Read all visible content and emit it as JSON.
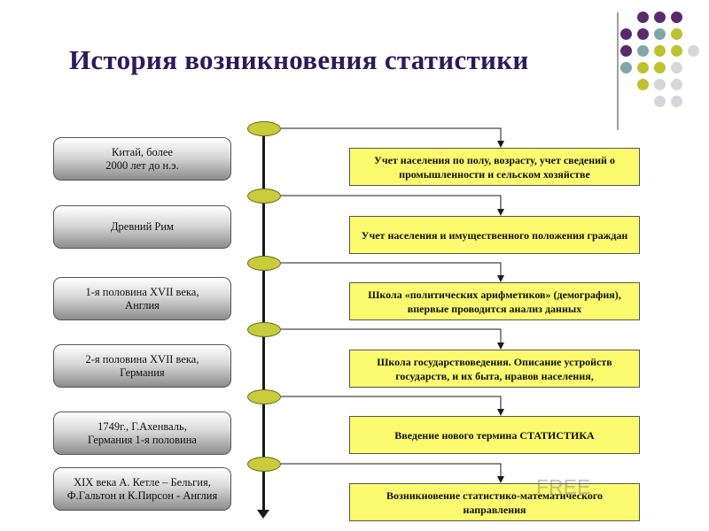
{
  "title": "История возникновения статистики",
  "colors": {
    "title": "#2d1a5c",
    "dot_purple": "#5a2a6e",
    "dot_teal": "#7fa7a8",
    "dot_olive": "#bfc12f",
    "dot_gray": "#d6d6e0",
    "event_fill": "#fcfa6e",
    "node_fill": "#c9cc3a"
  },
  "periods": [
    {
      "label": "Китай, более\n2000 лет до н.э."
    },
    {
      "label": "Древний Рим"
    },
    {
      "label": "1-я половина XVII века,\nАнглия"
    },
    {
      "label": "2-я половина XVII века,\nГермания"
    },
    {
      "label": "1749г., Г.Ахенваль,\nГермания 1-я половина"
    },
    {
      "label": "XIX века А. Кетле – Бельгия,\nФ.Гальтон и К.Пирсон - Англия"
    }
  ],
  "events": [
    {
      "label": "Учет населения по полу, возрасту, учет сведений о промышленности и сельском хозяйстве"
    },
    {
      "label": "Учет населения и имущественного положения граждан"
    },
    {
      "label": "Школа «политических арифметиков» (демография), впервые проводится анализ данных"
    },
    {
      "label": "Школа государствоведения. Описание устройств государств, и их быта, нравов населения,"
    },
    {
      "label": "Введение нового термина СТАТИСТИКА"
    },
    {
      "label": "Возникновение статистико-математического направления"
    }
  ],
  "watermark_text": "FREE"
}
